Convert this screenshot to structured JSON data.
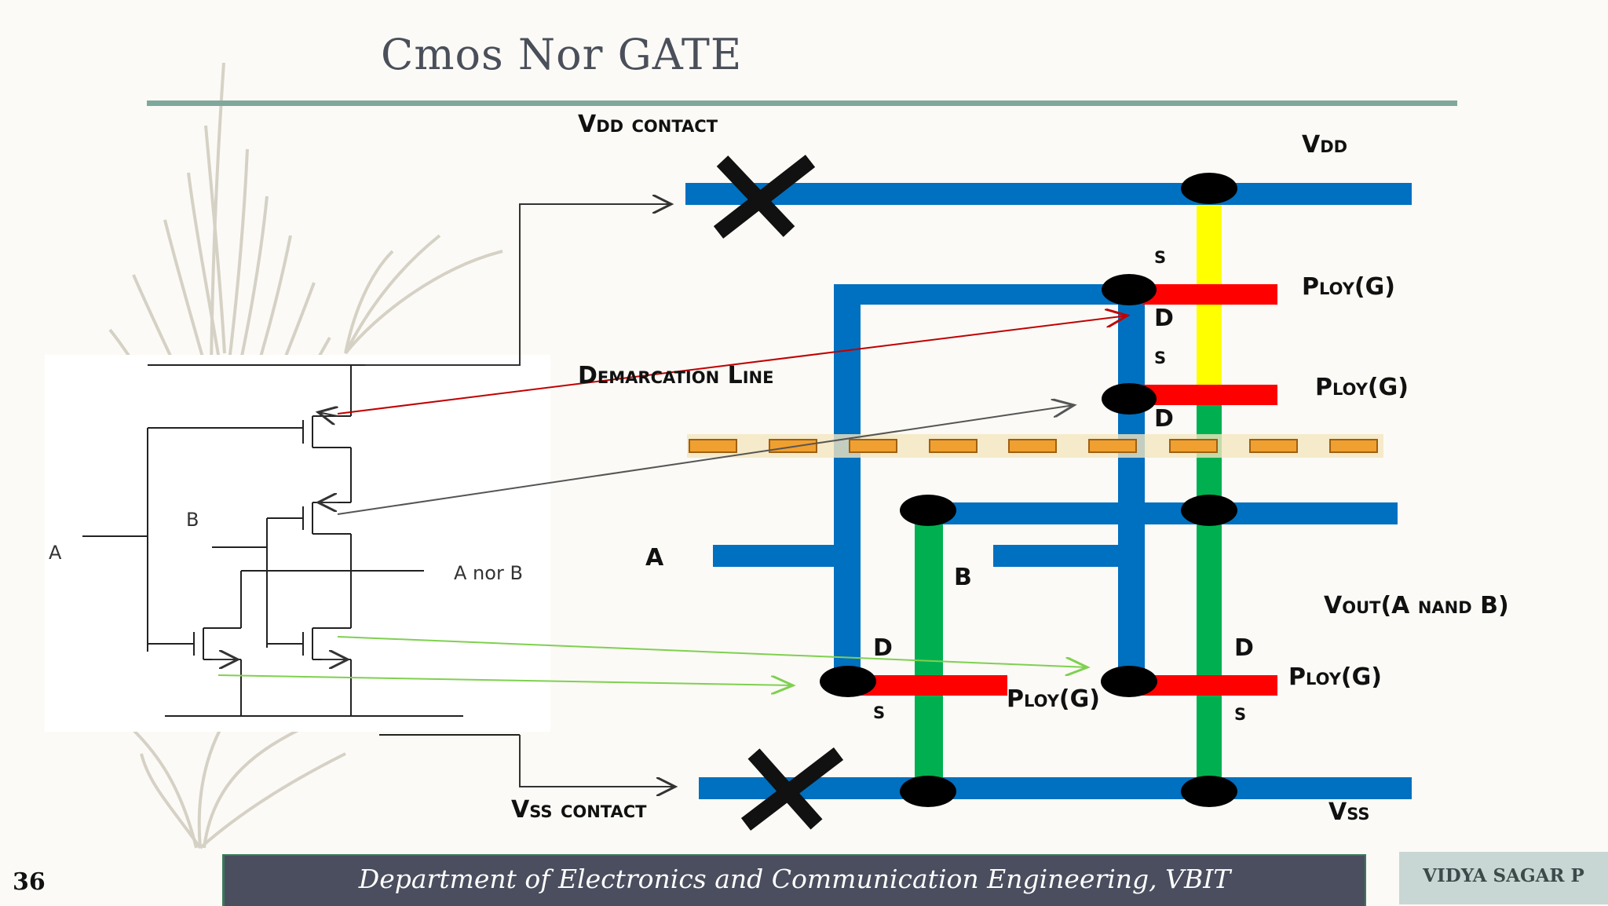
{
  "title": "Cmos Nor GATE",
  "labels": {
    "vdd_contact": "Vdd contact",
    "vdd": "Vdd",
    "s_top1": "s",
    "ploy_g_1": "Ploy(G)",
    "d_top1": "D",
    "s_top2": "s",
    "demarcation_line": "Demarcation Line",
    "ploy_g_2": "Ploy(G)",
    "d_top2": "D",
    "a_layout": "A",
    "b_layout": "B",
    "vout": "Vout(A nand B)",
    "d_bot_left": "D",
    "s_bot_left": "s",
    "ploy_g_3": "Ploy(G)",
    "d_bot_right": "D",
    "ploy_g_4": "Ploy(G)",
    "s_bot_right": "s",
    "vss_contact": "Vss contact",
    "vss": "Vss"
  },
  "schematic": {
    "a": "A",
    "b": "B",
    "out": "A nor B"
  },
  "footer": {
    "page_number": "36",
    "department": "Department of Electronics and Communication  Engineering, VBIT",
    "author": "VIDYA SAGAR P"
  },
  "colors": {
    "metal": "#0070c0",
    "poly": "#ff0000",
    "pdiff": "#ffff00",
    "ndiff": "#00b050",
    "contact": "#000000",
    "demarcation": "#f0a030",
    "arrow_red": "#c00000",
    "arrow_gray": "#555555",
    "arrow_green": "#7fd050"
  }
}
